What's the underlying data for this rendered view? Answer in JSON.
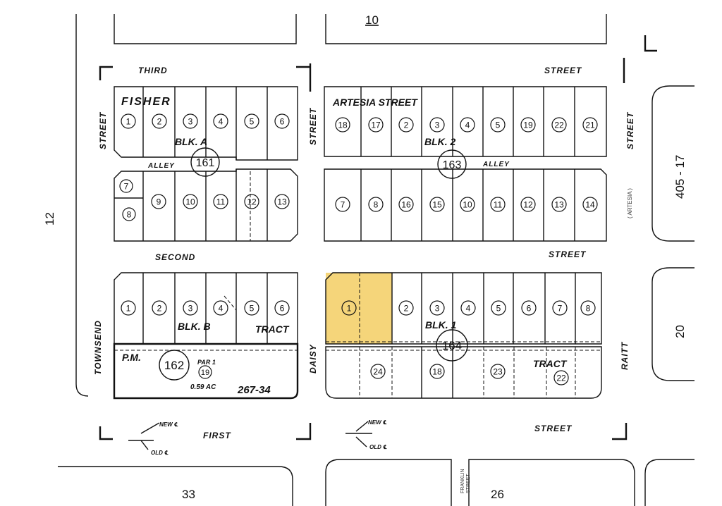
{
  "map_numbers": {
    "top": "10",
    "left": "12",
    "right_top": "405 - 17",
    "right_bottom": "20",
    "bottom_left": "33",
    "bottom_right": "26"
  },
  "streets": {
    "third": "THIRD",
    "third_street": "STREET",
    "second": "SECOND",
    "second_street": "STREET",
    "first": "FIRST",
    "first_street": "STREET",
    "left_street": "STREET",
    "mid_street": "STREET",
    "right_street": "STREET",
    "townsend": "TOWNSEND",
    "daisy": "DAISY",
    "raitt": "RAITT",
    "artesia": "( ARTESIA )",
    "franklin": "FRANKLIN",
    "franklin_street": "STREET",
    "alley": "ALLEY",
    "new_cl": "NEW ℄",
    "old_cl": "OLD ℄"
  },
  "blocks": {
    "a": {
      "page": "161",
      "tract": "FISHER",
      "blk": "BLK.  A",
      "top_lots": [
        "1",
        "2",
        "3",
        "4",
        "5",
        "6"
      ],
      "bottom_lots": [
        "7",
        "8",
        "9",
        "10",
        "11",
        "12",
        "13"
      ]
    },
    "b2": {
      "page": "163",
      "tract": "ARTESIA   STREET",
      "blk": "BLK.  2",
      "top_lots": [
        "18",
        "17",
        "2",
        "3",
        "4",
        "5",
        "19",
        "22",
        "21"
      ],
      "bottom_lots": [
        "7",
        "8",
        "16",
        "15",
        "10",
        "11",
        "12",
        "13",
        "14"
      ]
    },
    "b": {
      "page": "162",
      "blk": "BLK.  B",
      "tract": "TRACT",
      "top_lots": [
        "1",
        "2",
        "3",
        "4",
        "5",
        "6"
      ],
      "pm": "P.M.",
      "par": "PAR 1",
      "par_lot": "19",
      "acres": "0.59 AC",
      "ref": "267-34"
    },
    "b1": {
      "page": "164",
      "blk": "BLK.     1",
      "tract": "TRACT",
      "top_lots": [
        "1",
        "2",
        "3",
        "4",
        "5",
        "6",
        "7",
        "8"
      ],
      "bottom_lots": [
        "24",
        "18",
        "23",
        "22"
      ]
    }
  },
  "highlight_color": "#f5d57a"
}
